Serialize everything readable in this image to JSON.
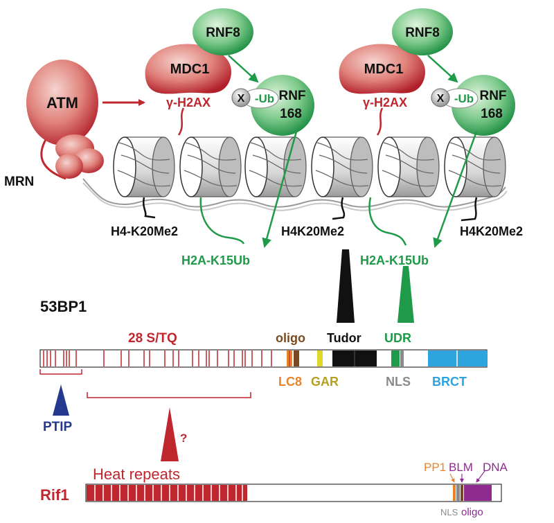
{
  "proteins": {
    "atm": "ATM",
    "mrn": "MRN",
    "mdc1": "MDC1",
    "rnf8": "RNF8",
    "rnf168_line1": "RNF",
    "rnf168_line2": "168",
    "x": "X",
    "ub": "-Ub",
    "gh2ax": "γ-H2AX"
  },
  "marks": {
    "h4k20_left": "H4-K20Me2",
    "h4k20_mid": "H4K20Me2",
    "h4k20_right": "H4K20Me2",
    "h2a_left": "H2A-K15Ub",
    "h2a_right": "H2A-K15Ub"
  },
  "bp53": {
    "title": "53BP1",
    "stq": "28 S/TQ",
    "oligo": "oligo",
    "tudor": "Tudor",
    "udr": "UDR",
    "lc8": "LC8",
    "gar": "GAR",
    "nls": "NLS",
    "brct": "BRCT",
    "ptip": "PTIP",
    "question": "?"
  },
  "rif1": {
    "title": "Rif1",
    "heat": "Heat repeats",
    "pp1": "PP1",
    "blm": "BLM",
    "dna": "DNA",
    "nls": "NLS",
    "oligo": "oligo"
  },
  "colors": {
    "red": "#c0262e",
    "green": "#1f9a48",
    "brown": "#7a4a1e",
    "orange": "#e8852a",
    "olive": "#b5a11e",
    "gray": "#8a8a8a",
    "blue": "#2ea4de",
    "navy": "#24398f",
    "purple": "#8f2a91"
  }
}
